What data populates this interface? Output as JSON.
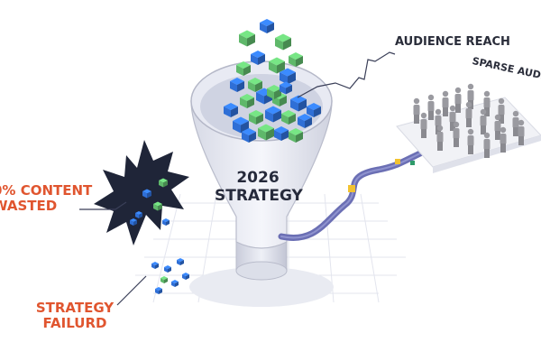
{
  "labels": {
    "wasted_line1": "0% CONTENT",
    "wasted_line2": "WASTED",
    "failure_line1": "STRATEGY",
    "failure_line2": "FAILURD",
    "funnel_line1": "2026",
    "funnel_line2": "STRATEGY",
    "audience_reach": "AUDIENCE REACH",
    "sparse_audience": "SPARSE AUDIEN"
  },
  "colors": {
    "accent_red": "#e0552f",
    "cube_blue": "#2f6fd6",
    "cube_green": "#5fb86a",
    "cube_yellow": "#f2c230",
    "funnel": "#e6e8f1",
    "pipe": "#6b6fb4",
    "burst": "#1f2538",
    "people": "#9a9aa0"
  }
}
